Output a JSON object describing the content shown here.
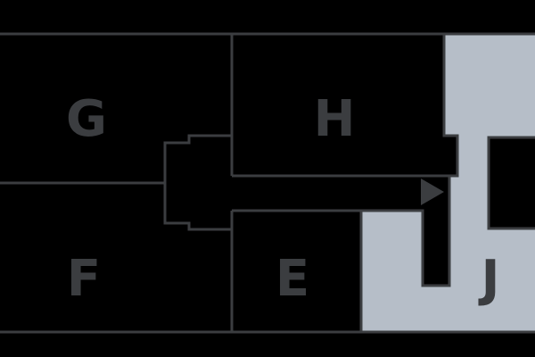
{
  "map": {
    "colors": {
      "background": "#000000",
      "wall": "#3b3d40",
      "highlight": "#b6bec8",
      "label": "#3b3d40",
      "marker": "#3b3d40"
    },
    "rooms": [
      {
        "id": "G",
        "label": "G",
        "highlighted": false
      },
      {
        "id": "H",
        "label": "H",
        "highlighted": false
      },
      {
        "id": "F",
        "label": "F",
        "highlighted": false
      },
      {
        "id": "E",
        "label": "E",
        "highlighted": false
      },
      {
        "id": "J",
        "label": "J",
        "highlighted": true
      }
    ],
    "marker": {
      "icon": "direction-arrow-icon",
      "direction": "right"
    }
  }
}
